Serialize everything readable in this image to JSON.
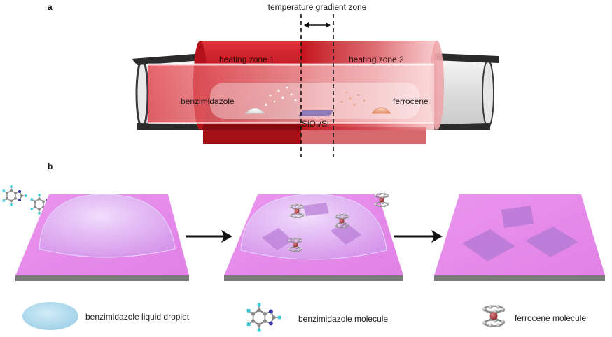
{
  "panel_a": {
    "letter": "a",
    "gradient_label": "temperature gradient zone",
    "zone1_label": "heating zone 1",
    "zone2_label": "heating zone 2",
    "source_left": "benzimidazole",
    "source_right": "ferrocene",
    "substrate": "SiO₂/Si"
  },
  "panel_b": {
    "letter": "b"
  },
  "legend": {
    "droplet": "benzimidazole liquid droplet",
    "benz_molecule": "benzimidazole molecule",
    "ferrocene_molecule": "ferrocene molecule"
  },
  "colors": {
    "furnace_red": "#c4141c",
    "substrate_pink": "#e58be9",
    "substrate_side": "#7a7a7a",
    "droplet": "#a9d5ea",
    "flake": "#b77ad6",
    "ferrocene_iron": "#b5474a",
    "nitrogen": "#3a3aa8",
    "hydrogen": "#36c7d4"
  }
}
